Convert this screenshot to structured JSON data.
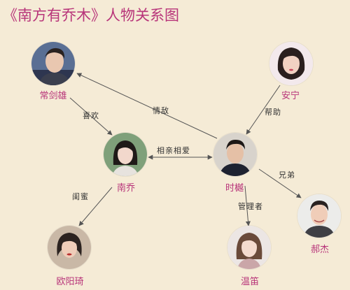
{
  "title": "《南方有乔木》人物关系图",
  "colors": {
    "background": "#f5ebd6",
    "name_text": "#b8357a",
    "arrow": "#555555",
    "label_text": "#333333"
  },
  "characters": {
    "chang_jianxiong": "常剑雄",
    "an_ning": "安宁",
    "nan_qiao": "南乔",
    "shi_yu": "时樾",
    "ouyang_qi": "欧阳琦",
    "wen_di": "温笛",
    "hao_jie": "郝杰"
  },
  "relations": {
    "xihuan": "喜欢",
    "qingdi": "情敌",
    "bangzhu": "帮助",
    "xiangqin_xiangai": "相亲相爱",
    "xiongdi": "兄弟",
    "guanmi": "闺蜜",
    "guanlizhe": "管理者"
  }
}
